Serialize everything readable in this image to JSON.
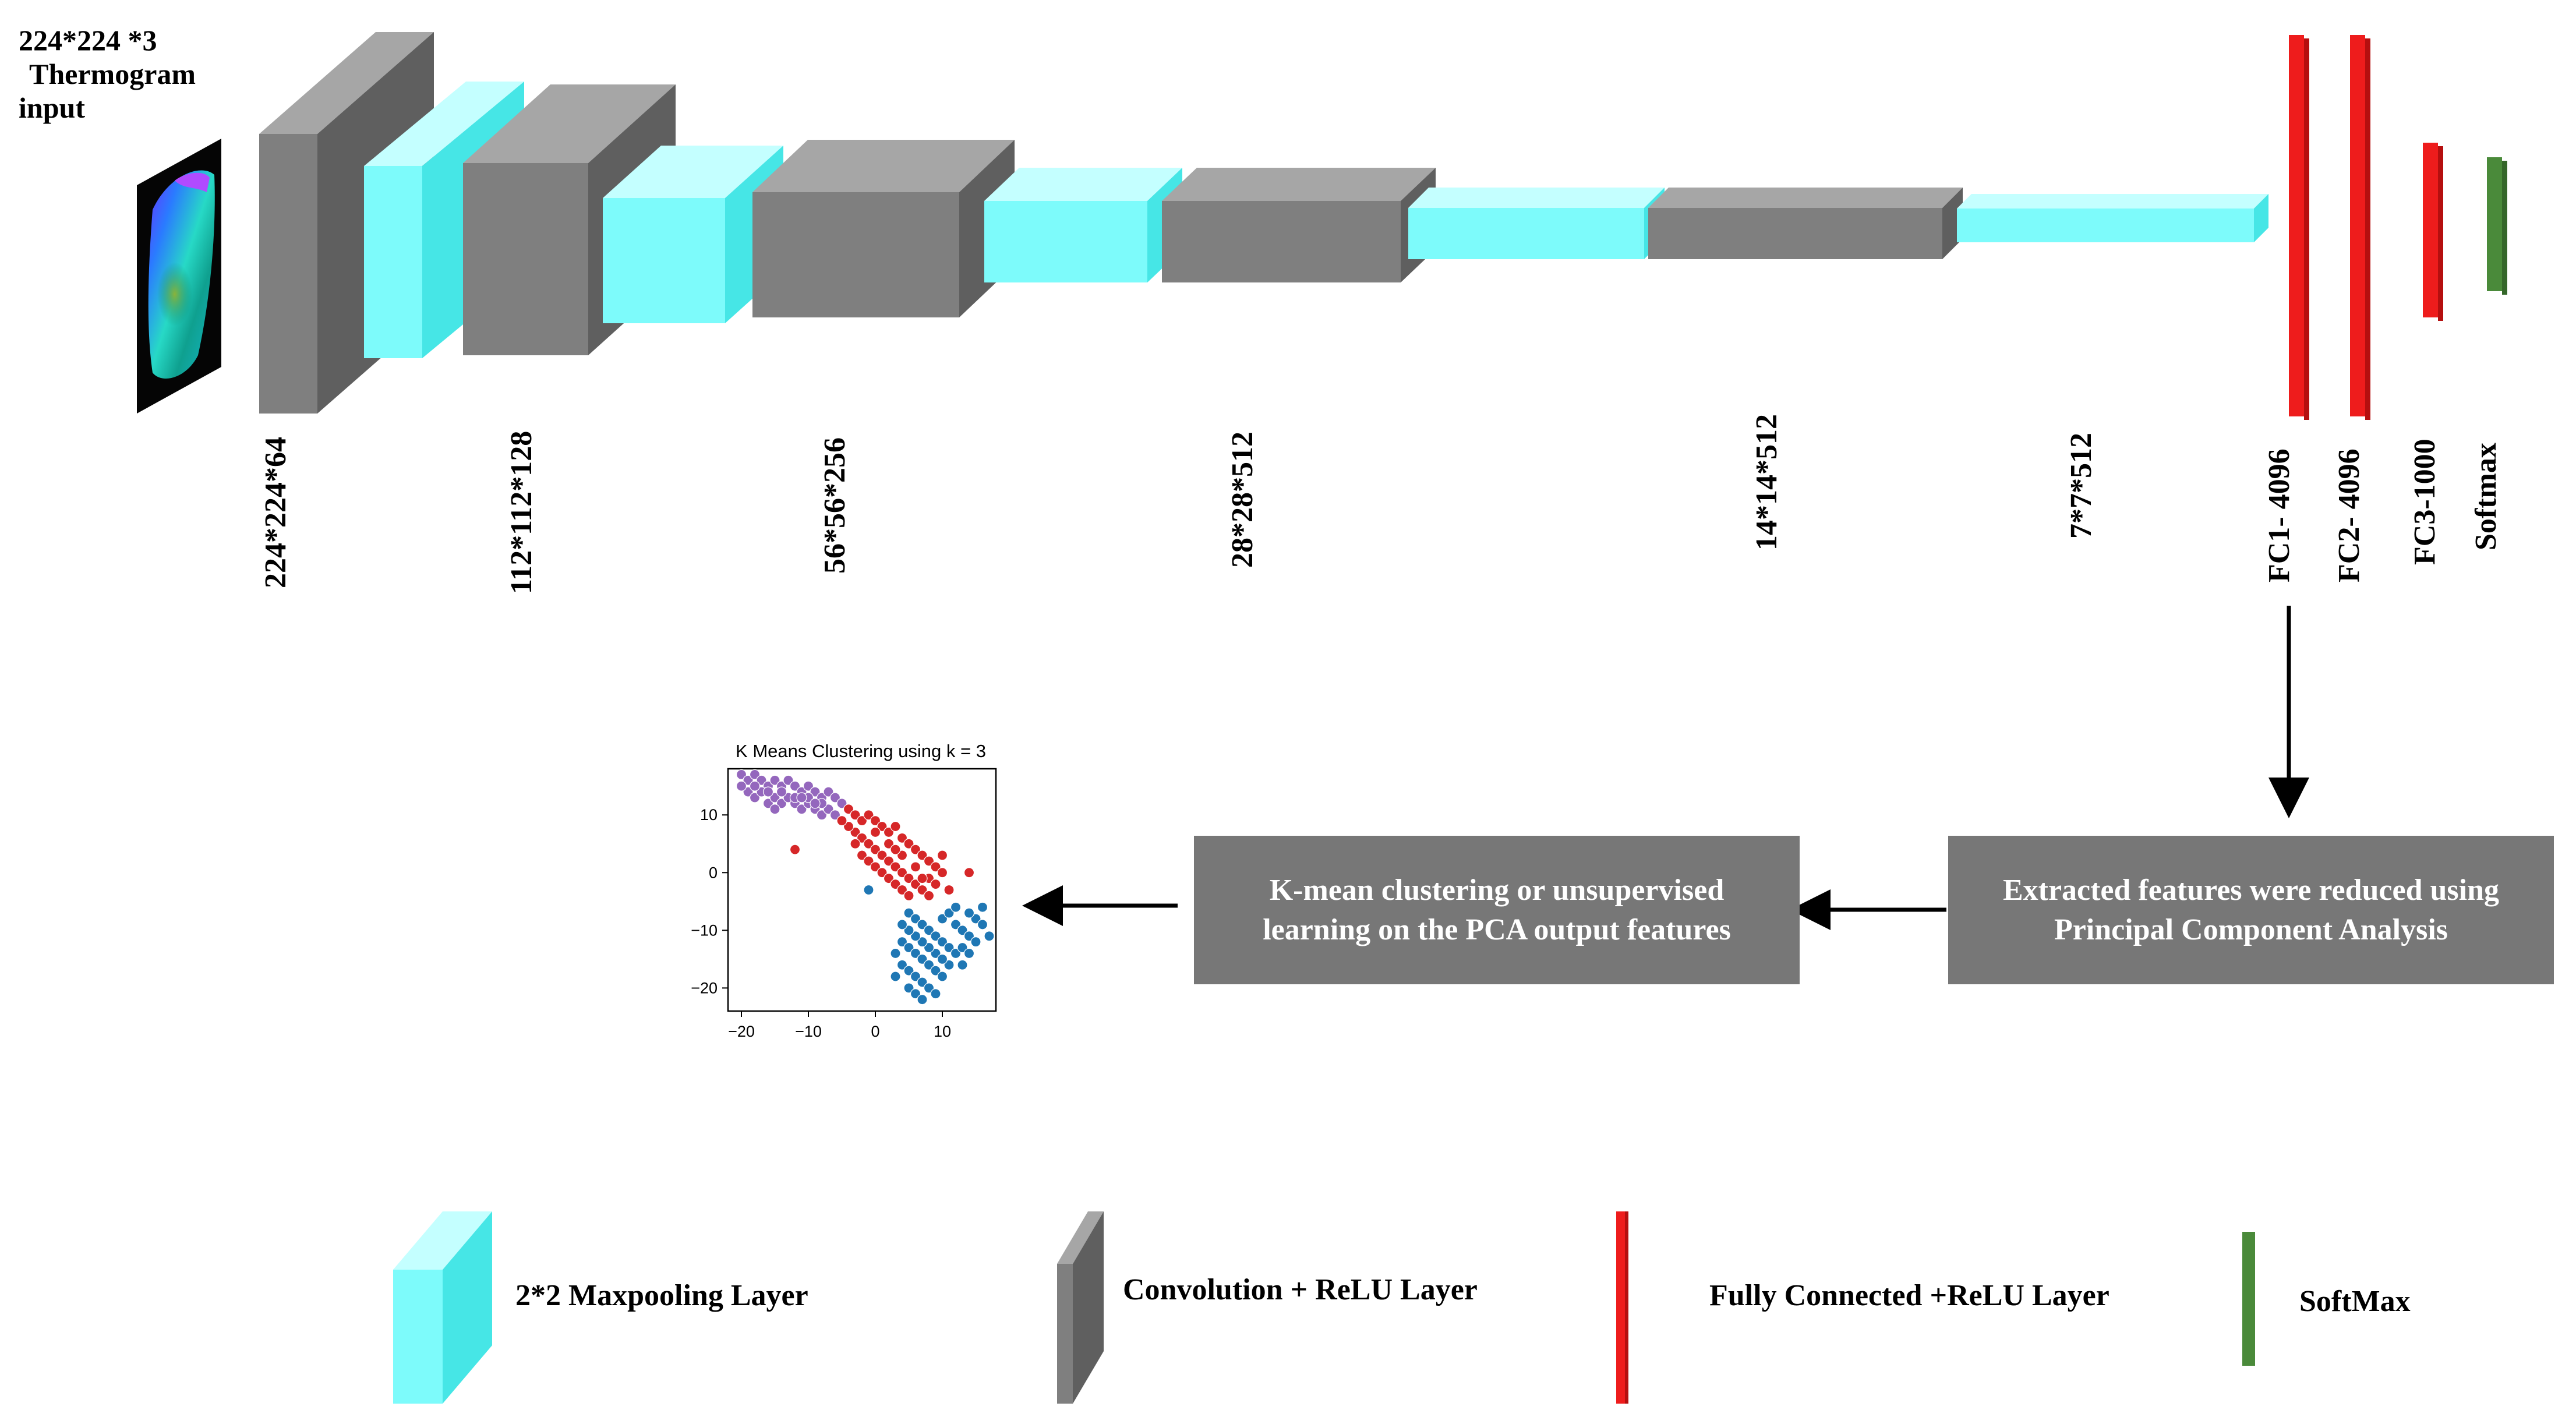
{
  "input": {
    "title_line1": "224*224 *3",
    "title_line2": "Thermogram",
    "title_line3": "input"
  },
  "layer_dims": {
    "d1": "224*224*64",
    "d2": "112*112*128",
    "d3": "56*56*256",
    "d4": "28*28*512",
    "d5": "14*14*512",
    "d6": "7*7*512",
    "fc1": "FC1- 4096",
    "fc2": "FC2- 4096",
    "fc3": "FC3-1000",
    "softmax": "Softmax"
  },
  "process": {
    "pca_line1": "Extracted features were reduced using",
    "pca_line2": "Principal Component Analysis",
    "kmeans_line1": "K-mean clustering or unsupervised",
    "kmeans_line2": "learning on the PCA output features"
  },
  "chart_data": {
    "type": "scatter",
    "title": "K Means Clustering using k = 3",
    "xlabel": "",
    "ylabel": "",
    "xlim": [
      -22,
      18
    ],
    "ylim": [
      -24,
      18
    ],
    "xticks": [
      "−20",
      "−10",
      "0",
      "10"
    ],
    "yticks": [
      "10",
      "0",
      "−10",
      "−20"
    ],
    "series": [
      {
        "color": "#9467bd",
        "points": [
          [
            -20,
            17
          ],
          [
            -19,
            16
          ],
          [
            -18,
            17
          ],
          [
            -17,
            16
          ],
          [
            -16,
            15
          ],
          [
            -15,
            16
          ],
          [
            -14,
            15
          ],
          [
            -13,
            16
          ],
          [
            -12,
            15
          ],
          [
            -11,
            14
          ],
          [
            -10,
            15
          ],
          [
            -9,
            14
          ],
          [
            -8,
            13
          ],
          [
            -7,
            14
          ],
          [
            -6,
            13
          ],
          [
            -5,
            12
          ],
          [
            -19,
            14
          ],
          [
            -18,
            13
          ],
          [
            -17,
            14
          ],
          [
            -16,
            12
          ],
          [
            -15,
            13
          ],
          [
            -14,
            12
          ],
          [
            -13,
            13
          ],
          [
            -12,
            12
          ],
          [
            -11,
            11
          ],
          [
            -10,
            12
          ],
          [
            -9,
            11
          ],
          [
            -8,
            10
          ],
          [
            -7,
            11
          ],
          [
            -6,
            10
          ],
          [
            -20,
            15
          ],
          [
            -18,
            15
          ],
          [
            -16,
            14
          ],
          [
            -14,
            14
          ],
          [
            -12,
            13
          ],
          [
            -10,
            13
          ],
          [
            -8,
            12
          ],
          [
            -15,
            11
          ],
          [
            -11,
            13
          ],
          [
            -9,
            12
          ]
        ]
      },
      {
        "color": "#d62728",
        "points": [
          [
            -4,
            11
          ],
          [
            -3,
            10
          ],
          [
            -2,
            9
          ],
          [
            -1,
            10
          ],
          [
            0,
            9
          ],
          [
            1,
            8
          ],
          [
            2,
            7
          ],
          [
            3,
            8
          ],
          [
            4,
            6
          ],
          [
            5,
            5
          ],
          [
            6,
            4
          ],
          [
            7,
            3
          ],
          [
            8,
            2
          ],
          [
            9,
            1
          ],
          [
            10,
            0
          ],
          [
            -3,
            7
          ],
          [
            -2,
            6
          ],
          [
            -1,
            5
          ],
          [
            0,
            4
          ],
          [
            1,
            3
          ],
          [
            2,
            2
          ],
          [
            3,
            1
          ],
          [
            4,
            0
          ],
          [
            5,
            -1
          ],
          [
            6,
            -2
          ],
          [
            7,
            -3
          ],
          [
            8,
            -4
          ],
          [
            -2,
            3
          ],
          [
            -1,
            2
          ],
          [
            0,
            1
          ],
          [
            1,
            0
          ],
          [
            2,
            -1
          ],
          [
            3,
            -2
          ],
          [
            4,
            -3
          ],
          [
            5,
            -4
          ],
          [
            -4,
            8
          ],
          [
            -3,
            5
          ],
          [
            0,
            7
          ],
          [
            2,
            5
          ],
          [
            4,
            3
          ],
          [
            6,
            1
          ],
          [
            8,
            -1
          ],
          [
            10,
            3
          ],
          [
            -12,
            4
          ],
          [
            14,
            0
          ],
          [
            11,
            -3
          ],
          [
            9,
            -2
          ],
          [
            -5,
            9
          ],
          [
            3,
            4
          ],
          [
            7,
            -1
          ]
        ]
      },
      {
        "color": "#1f77b4",
        "points": [
          [
            5,
            -7
          ],
          [
            6,
            -8
          ],
          [
            7,
            -9
          ],
          [
            8,
            -10
          ],
          [
            9,
            -11
          ],
          [
            10,
            -12
          ],
          [
            11,
            -13
          ],
          [
            12,
            -9
          ],
          [
            13,
            -10
          ],
          [
            14,
            -11
          ],
          [
            15,
            -8
          ],
          [
            16,
            -9
          ],
          [
            17,
            -11
          ],
          [
            4,
            -12
          ],
          [
            5,
            -13
          ],
          [
            6,
            -14
          ],
          [
            7,
            -15
          ],
          [
            8,
            -16
          ],
          [
            9,
            -17
          ],
          [
            10,
            -18
          ],
          [
            4,
            -16
          ],
          [
            5,
            -17
          ],
          [
            6,
            -18
          ],
          [
            7,
            -19
          ],
          [
            8,
            -20
          ],
          [
            9,
            -21
          ],
          [
            5,
            -20
          ],
          [
            6,
            -21
          ],
          [
            7,
            -22
          ],
          [
            3,
            -14
          ],
          [
            3,
            -18
          ],
          [
            11,
            -16
          ],
          [
            12,
            -14
          ],
          [
            13,
            -13
          ],
          [
            14,
            -14
          ],
          [
            15,
            -12
          ],
          [
            16,
            -6
          ],
          [
            10,
            -8
          ],
          [
            11,
            -7
          ],
          [
            12,
            -6
          ],
          [
            9,
            -14
          ],
          [
            10,
            -15
          ],
          [
            8,
            -13
          ],
          [
            7,
            -12
          ],
          [
            6,
            -11
          ],
          [
            5,
            -10
          ],
          [
            4,
            -9
          ],
          [
            13,
            -16
          ],
          [
            -1,
            -3
          ],
          [
            14,
            -7
          ]
        ]
      }
    ]
  },
  "legend": {
    "maxpool": "2*2 Maxpooling Layer",
    "conv": "Convolution + ReLU Layer",
    "fc": "Fully Connected +ReLU Layer",
    "softmax": "SoftMax"
  },
  "colors": {
    "conv_front": "#7f7f7f",
    "conv_top": "#a6a6a6",
    "conv_side": "#5f5f5f",
    "pool_front": "#7dfbfb",
    "pool_top": "#c4ffff",
    "pool_side": "#46e6e6",
    "fc_red": "#ee1c1c",
    "softmax_green": "#4a8a3a",
    "box_bg": "#777777"
  }
}
